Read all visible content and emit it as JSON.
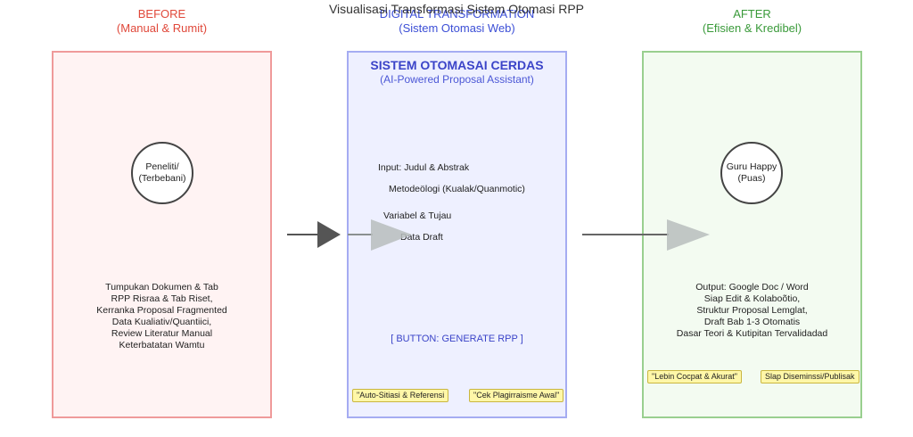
{
  "title": "Visualisasi Transformasi Sistem Otomasi RPP",
  "before": {
    "heading": "BEFORE",
    "subheading": "(Manual & Rumit)",
    "circle_lines": [
      "Peneliti/",
      "(Terbebani)"
    ],
    "items": [
      "Tumpukan Dokumen & Tab",
      "RPP Risraa & Tab Riset,",
      "Kerranka Proposal Fragmented",
      "Data Kualiativ/Quantiici,",
      "Review Literatur Manual",
      "Keterbatatan Wamtu"
    ]
  },
  "middle": {
    "heading": "DIGITAL TRANSFORMATION",
    "subheading": "(Sistem Otomasi Web)",
    "panel_title": "SISTEM OTOMASAI CERDAS",
    "panel_subtitle": "(AI-Powered Proposal Assistant)",
    "steps": [
      "Input: Judul & Abstrak",
      "Metodeölogi (Kualak/Quanmotic)",
      "Variabel & Tujau",
      "Data Draft"
    ],
    "button_label": "[ BUTTON: GENERATE RPP ]",
    "tags": [
      "\"Auto-Sitiasi & Referensi",
      "\"Cek Plagirraisme Awal\""
    ]
  },
  "after": {
    "heading": "AFTER",
    "subheading": "(Efisien & Kredibel)",
    "circle_lines": [
      "Guru Happy",
      "(Puas)"
    ],
    "items": [
      "Output: Google Doc / Word",
      "Siap Edit & Kolaboõtio,",
      "Struktur Proposal Lemglat,",
      "Draft Bab 1-3 Otomatis",
      "Dasar Teori & Kutipitan Tervalidadad"
    ],
    "tags": [
      "\"Lebin Cocpat & Akurat\"",
      "Slap Diseminssi/Publisak"
    ]
  },
  "colors": {
    "before_accent": "#e0483a",
    "middle_accent": "#3c4fd6",
    "after_accent": "#3a9a3a",
    "tag_fill": "#fff7a8"
  },
  "icons": {
    "arrow_left": "dark-right-arrow-icon",
    "arrow_mid": "light-right-arrow-icon",
    "arrow_right": "light-right-arrow-icon"
  }
}
